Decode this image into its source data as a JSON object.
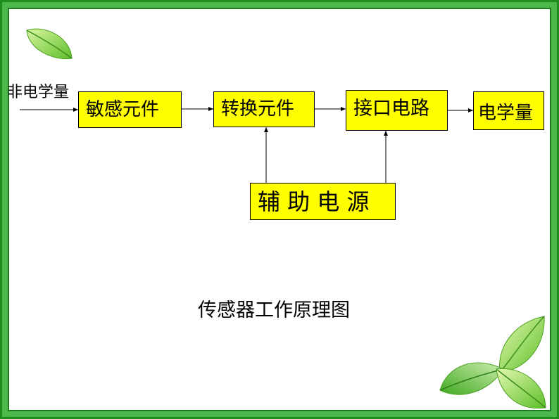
{
  "diagram": {
    "input_label": "非电学量",
    "blocks": {
      "sensing": "敏感元件",
      "conversion": "转换元件",
      "interface": "接口电路",
      "output": "电学量",
      "power": "辅 助 电 源"
    },
    "caption": "传感器工作原理图"
  },
  "colors": {
    "block_fill": "#ffff00",
    "frame_green": "#4cb84c",
    "line": "#000000"
  },
  "icons": [
    "leaf-icon",
    "leaf-cluster-icon"
  ]
}
